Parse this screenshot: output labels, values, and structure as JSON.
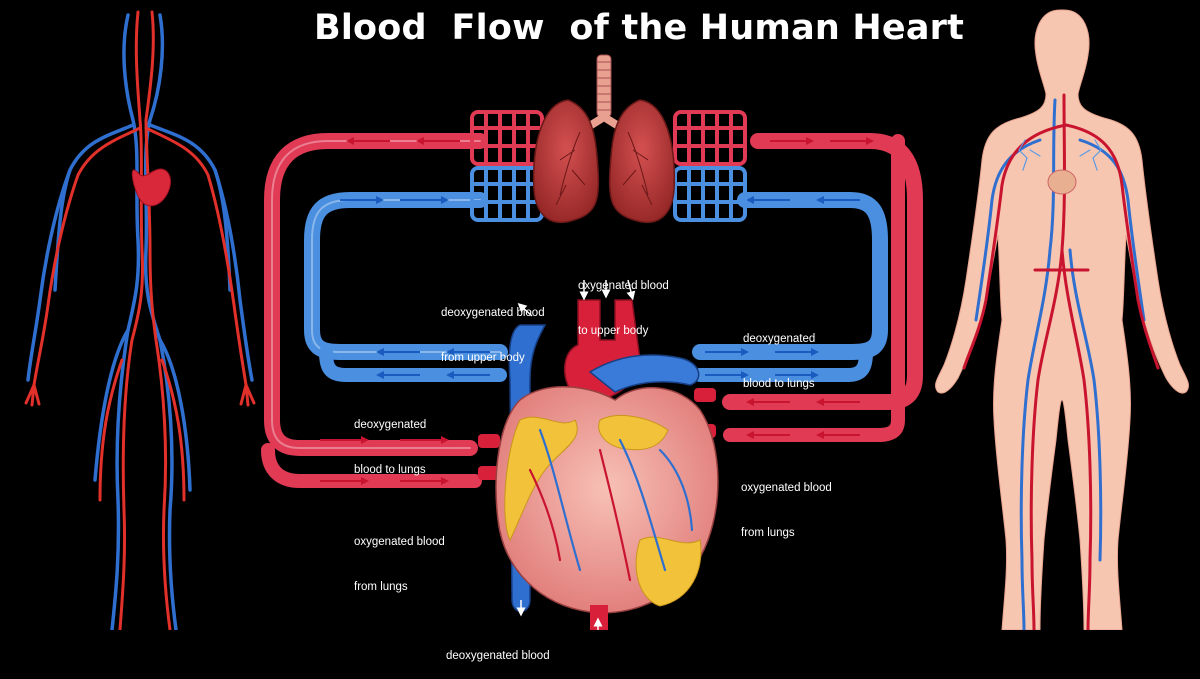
{
  "title": "Blood  Flow  of the Human Heart",
  "colors": {
    "background": "#000000",
    "artery": "#d8203a",
    "vein": "#2f6fd0",
    "pipe_red": "#e03a55",
    "pipe_blue": "#4a8fe0",
    "heart": "#f0a8a0",
    "lung": "#b83a3a",
    "skin": "#f7c6b0"
  },
  "labels": {
    "oxy_upper": [
      "oxygenated blood",
      "to upper body"
    ],
    "deoxy_upper": [
      "deoxygenated blood",
      "from upper body"
    ],
    "deoxy_lungs_right": [
      "deoxygenated",
      "blood to lungs"
    ],
    "deoxy_lungs_left": [
      "deoxygenated",
      "blood to lungs"
    ],
    "oxy_lungs_right": [
      "oxygenated blood",
      "from lungs"
    ],
    "oxy_lungs_left": [
      "oxygenated blood",
      "from lungs"
    ],
    "deoxy_lower": [
      "deoxygenated blood"
    ]
  },
  "icons": [
    "arrow-icon",
    "heart-icon",
    "lungs-icon",
    "circulatory-figure-icon",
    "body-figure-icon"
  ]
}
